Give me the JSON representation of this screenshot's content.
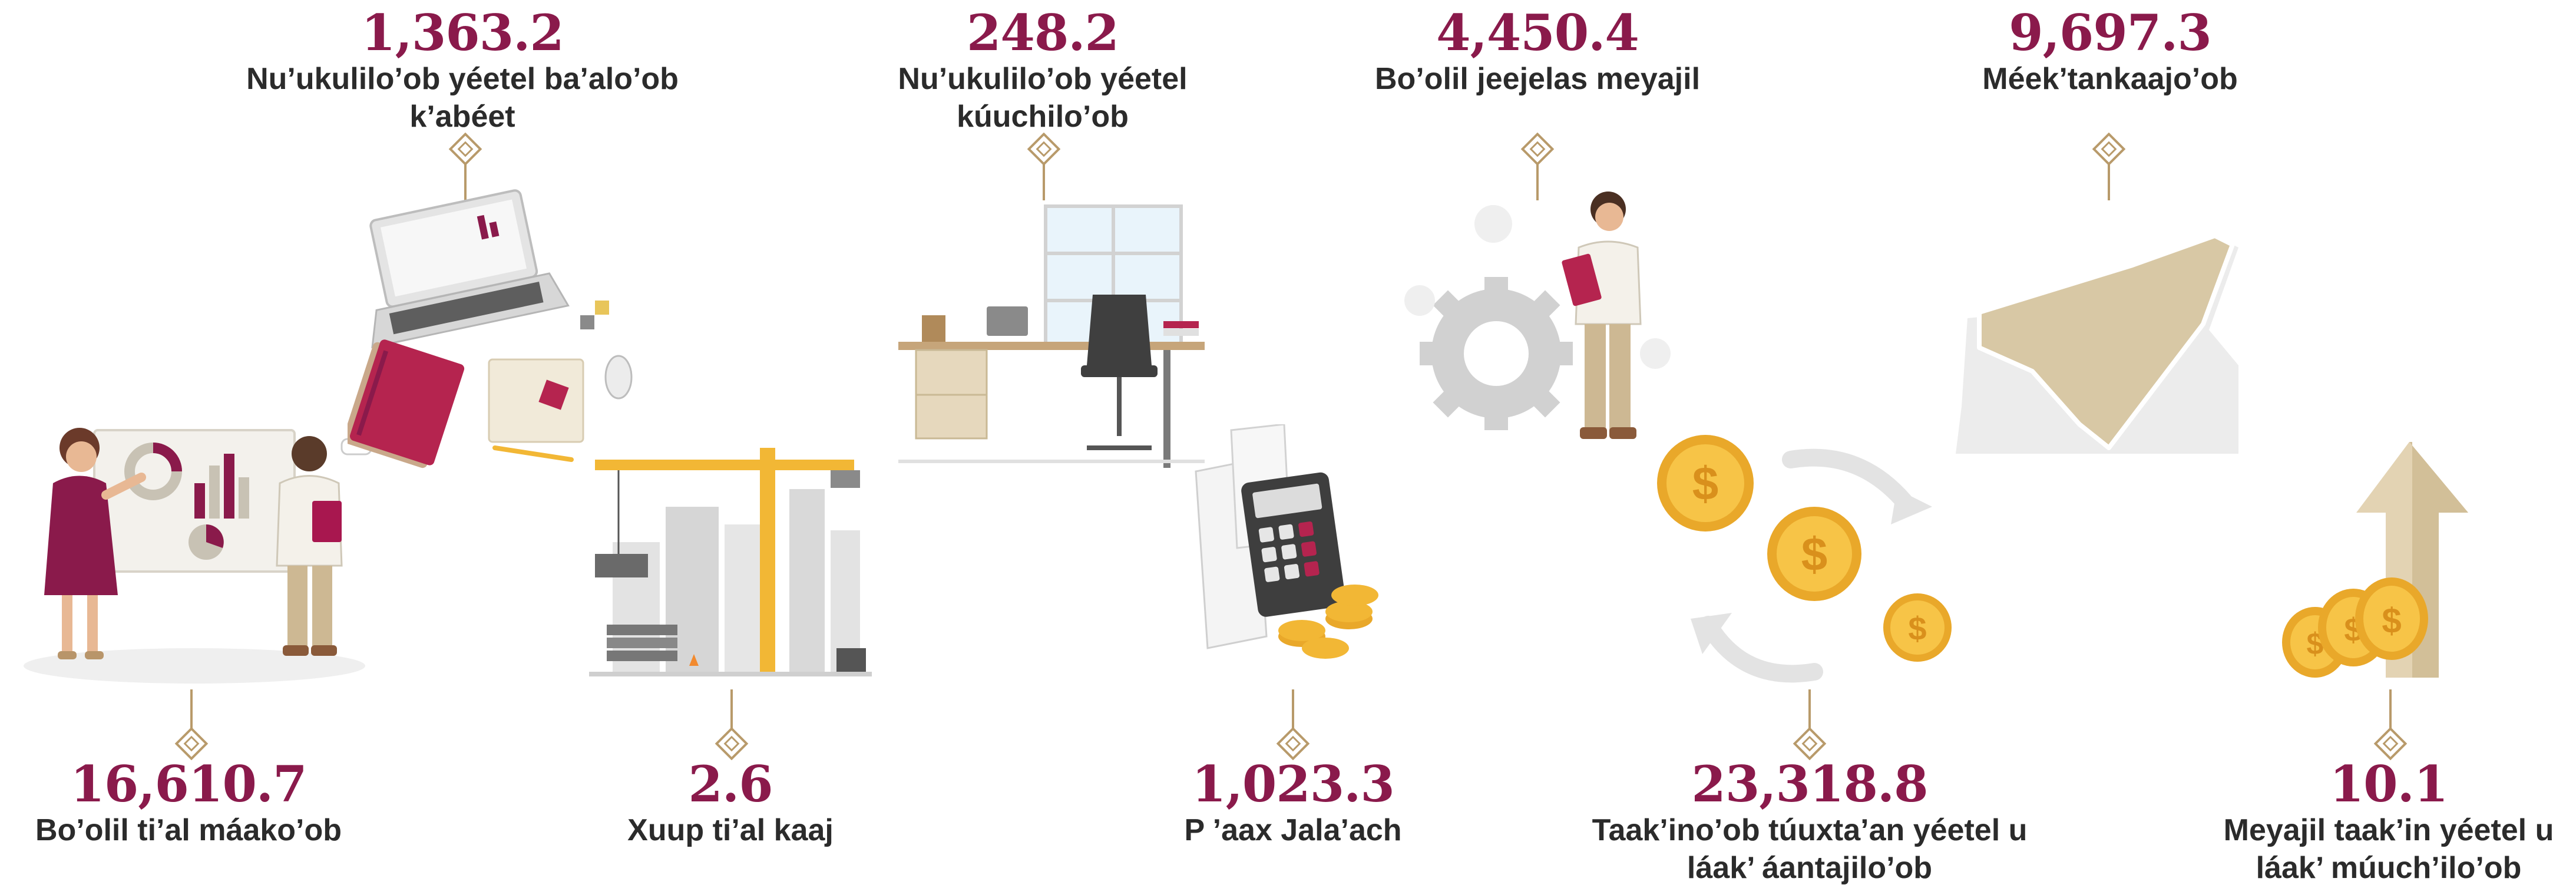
{
  "colors": {
    "value": "#8a1a4b",
    "caption": "#2b2b2b",
    "marker": "#b89a6a",
    "accent_gold": "#f2b735",
    "accent_beige": "#d8c8a5",
    "accent_grey": "#cfcfcf"
  },
  "stats": [
    {
      "value": "1,363.2",
      "line1": "Nu’ukulilo’ob yéetel  ba’alo’ob",
      "line2": "k’abéet"
    },
    {
      "value": "248.2",
      "line1": "Nu’ukulilo’ob yéetel",
      "line2": "kúuchilo’ob"
    },
    {
      "value": "4,450.4",
      "line1": "Bo’olil jeejelas meyajil",
      "line2": ""
    },
    {
      "value": "9,697.3",
      "line1": "Méek’tankaajo’ob",
      "line2": ""
    },
    {
      "value": "16,610.7",
      "line1": "Bo’olil ti’al máako’ob",
      "line2": ""
    },
    {
      "value": "2.6",
      "line1": "Xuup ti’al kaaj",
      "line2": ""
    },
    {
      "value": "1,023.3",
      "line1": "P ’aax Jala’ach",
      "line2": ""
    },
    {
      "value": "23,318.8",
      "line1": "Taak’ino’ob túuxta’an yéetel u",
      "line2": "láak’ áantajilo’ob"
    },
    {
      "value": "10.1",
      "line1": "Meyajil taak’in yéetel u",
      "line2": "láak’ múuch’ilo’ob"
    }
  ],
  "icons": {
    "marker": "diamond-marker-icon",
    "presentation": "presentation-people-icon",
    "office": "office-supplies-icon",
    "construction": "construction-crane-icon",
    "desk": "office-desk-icon",
    "calculator": "calculator-coins-icon",
    "worker": "gear-worker-icon",
    "coins_cycle": "coin-cycle-icon",
    "map": "state-map-icon",
    "growth": "growth-arrow-coins-icon"
  }
}
